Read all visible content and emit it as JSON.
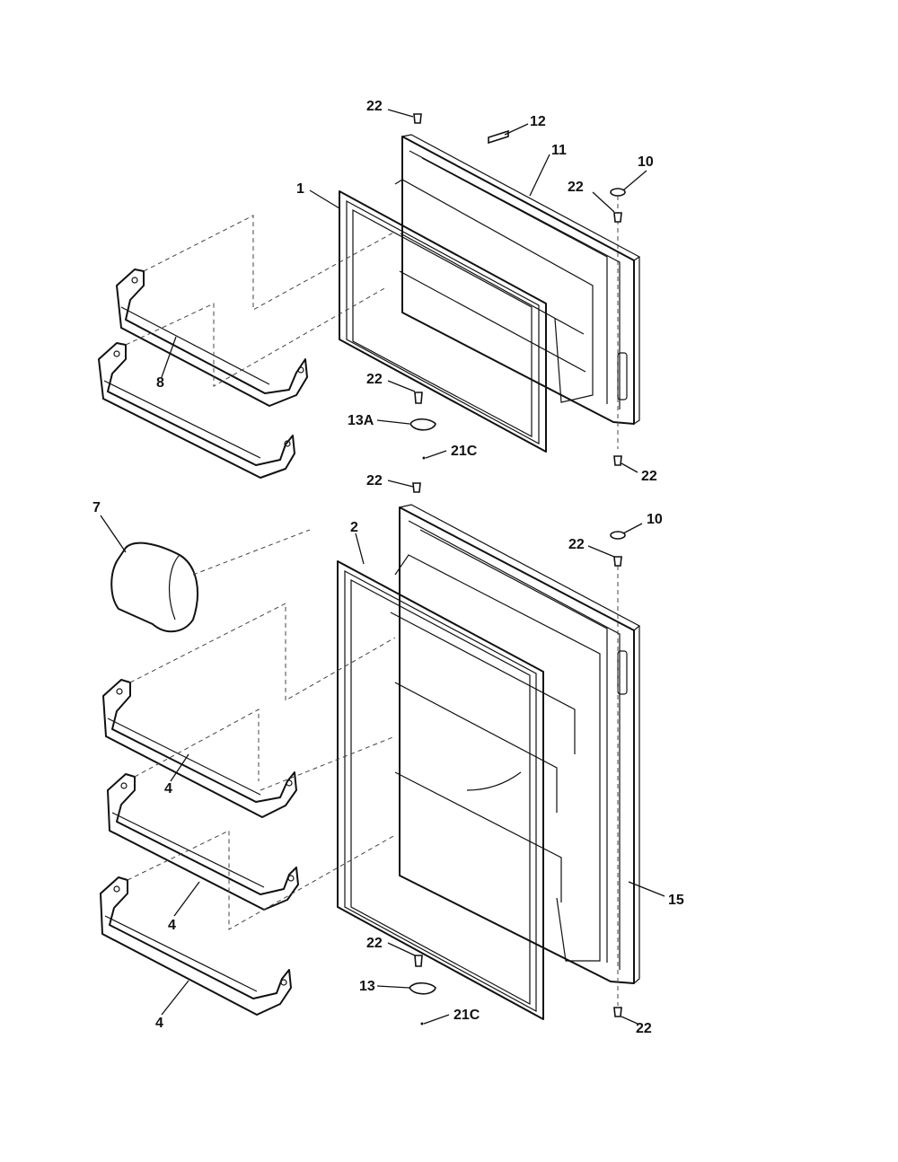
{
  "callouts": {
    "c1": "1",
    "c2": "2",
    "c4a": "4",
    "c4b": "4",
    "c4c": "4",
    "c7": "7",
    "c8": "8",
    "c10a": "10",
    "c10b": "10",
    "c11": "11",
    "c12": "12",
    "c13": "13",
    "c13a": "13A",
    "c15": "15",
    "c21c_a": "21C",
    "c21c_b": "21C",
    "c22_a": "22",
    "c22_b": "22",
    "c22_c": "22",
    "c22_d": "22",
    "c22_e": "22",
    "c22_f": "22",
    "c22_g": "22",
    "c22_h": "22"
  }
}
